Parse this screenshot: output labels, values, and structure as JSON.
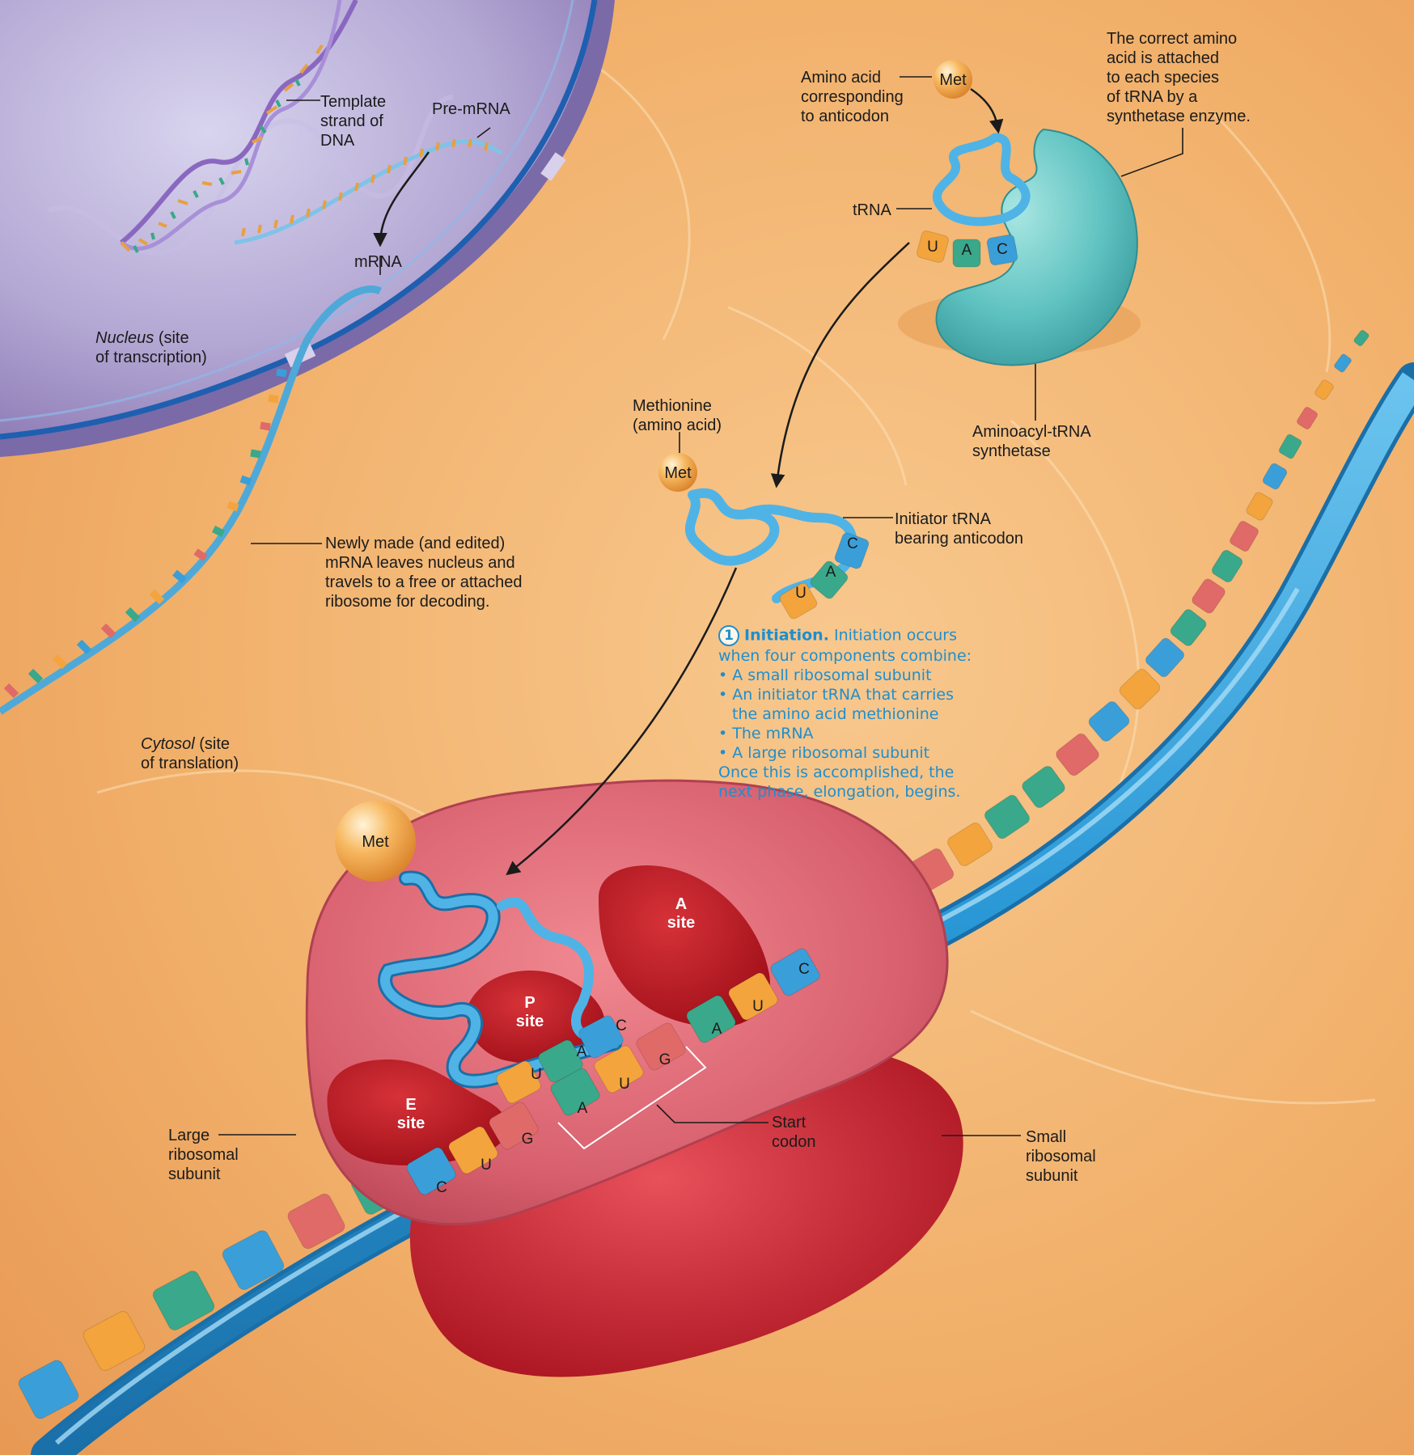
{
  "colors": {
    "cytosol": "#f2b46e",
    "nucleus": "#a898c8",
    "trna": "#3a9fd8",
    "ribosome_large": "#d86878",
    "ribosome_site": "#b81a22",
    "synthetase": "#5ec2c0",
    "amino_acid": "#f6a940",
    "step_text": "#1d8fcf",
    "base_u": "#f3a43c",
    "base_a": "#3aa88a",
    "base_c": "#3a9fd8",
    "base_g": "#e06a68"
  },
  "amino_acids": {
    "top": "Met",
    "middle": "Met",
    "ribosome": "Met"
  },
  "labels": {
    "template_dna": [
      "Template",
      "strand of",
      "DNA"
    ],
    "pre_mrna": "Pre-mRNA",
    "mrna": "mRNA",
    "nucleus": {
      "italic": "Nucleus",
      "rest": " (site",
      "line2": "of transcription)"
    },
    "amino_acid_anticodon": [
      "Amino acid",
      "corresponding",
      "to anticodon"
    ],
    "synthetase_note": [
      "The correct amino",
      "acid is attached",
      "to each species",
      "of tRNA by a",
      "synthetase enzyme."
    ],
    "trna": "tRNA",
    "synthetase": [
      "Aminoacyl-tRNA",
      "synthetase"
    ],
    "methionine": [
      "Methionine",
      "(amino acid)"
    ],
    "initiator_trna": [
      "Initiator tRNA",
      "bearing anticodon"
    ],
    "newly_made": [
      "Newly made (and edited)",
      "mRNA leaves nucleus and",
      "travels to a free or attached",
      "ribosome for decoding."
    ],
    "cytosol": {
      "italic": "Cytosol",
      "rest": " (site",
      "line2": "of translation)"
    },
    "a_site": [
      "A",
      "site"
    ],
    "p_site": [
      "P",
      "site"
    ],
    "e_site": [
      "E",
      "site"
    ],
    "large_subunit": [
      "Large",
      "ribosomal",
      "subunit"
    ],
    "start_codon": [
      "Start",
      "codon"
    ],
    "small_subunit": [
      "Small",
      "ribosomal",
      "subunit"
    ]
  },
  "bases": {
    "top_anticodon": [
      "U",
      "A",
      "C"
    ],
    "initiator_anticodon": [
      "U",
      "A",
      "C"
    ],
    "ribosome_anticodon": [
      "U",
      "A",
      "C"
    ],
    "mrna_in_ribosome": [
      "C",
      "U",
      "G",
      "A",
      "U",
      "G",
      "A",
      "U",
      "C"
    ]
  },
  "step": {
    "number": "1",
    "title": "Initiation.",
    "lines": [
      " Initiation occurs",
      "when four components combine:",
      "• A small ribosomal subunit",
      "• An initiator tRNA that carries",
      "the amino acid methionine",
      "• The mRNA",
      "• A large ribosomal subunit",
      "Once this is accomplished, the",
      "next phase, elongation, begins."
    ]
  }
}
